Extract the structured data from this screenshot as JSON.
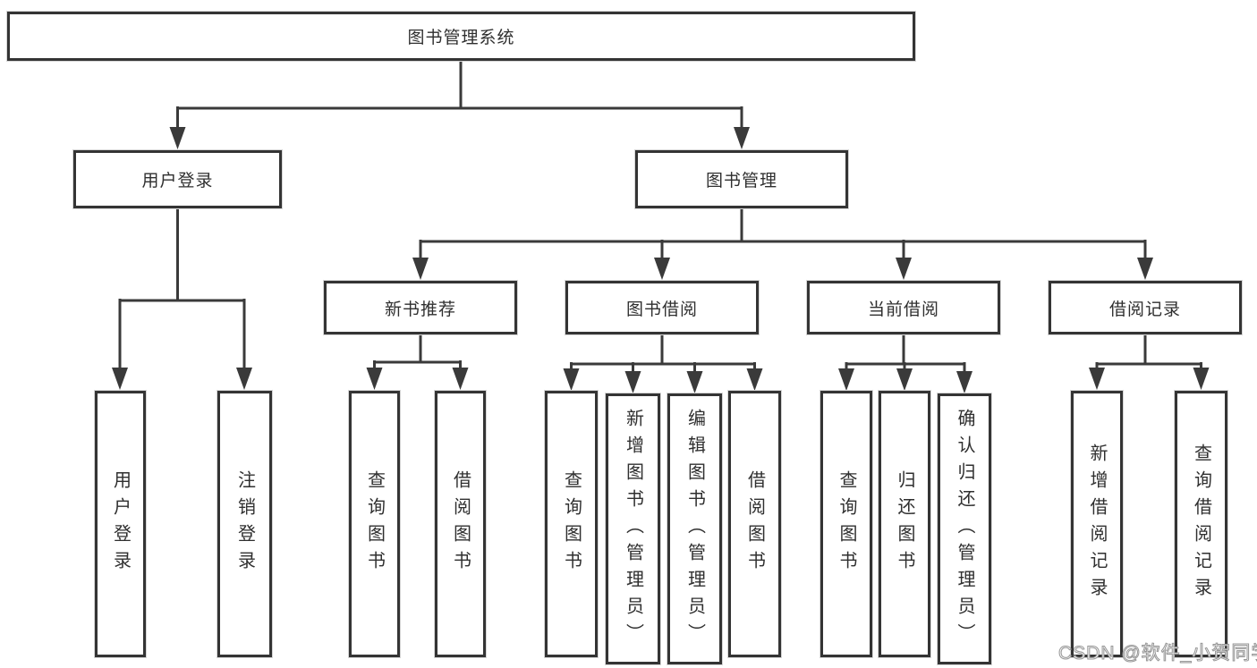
{
  "diagram_type": "tree",
  "tree": {
    "label": "图书管理系统",
    "children": [
      {
        "label": "用户登录",
        "children": [
          {
            "label": "用户登录"
          },
          {
            "label": "注销登录"
          }
        ]
      },
      {
        "label": "图书管理",
        "children": [
          {
            "label": "新书推荐",
            "children": [
              {
                "label": "查询图书"
              },
              {
                "label": "借阅图书"
              }
            ]
          },
          {
            "label": "图书借阅",
            "children": [
              {
                "label": "查询图书"
              },
              {
                "label": "新增图书（管理员）"
              },
              {
                "label": "编辑图书（管理员）"
              },
              {
                "label": "借阅图书"
              }
            ]
          },
          {
            "label": "当前借阅",
            "children": [
              {
                "label": "查询图书"
              },
              {
                "label": "归还图书"
              },
              {
                "label": "确认归还（管理员）"
              }
            ]
          },
          {
            "label": "借阅记录",
            "children": [
              {
                "label": "新增借阅记录"
              },
              {
                "label": "查询借阅记录"
              }
            ]
          }
        ]
      }
    ]
  },
  "watermark": "CSDN @软件_小贺同学",
  "colors": {
    "box_border": "#343434",
    "connector_line": "#3a3a3a",
    "text": "#2f2f2f",
    "watermark_fill": "#ffffff",
    "watermark_outline": "#979797",
    "background": "#ffffff"
  }
}
